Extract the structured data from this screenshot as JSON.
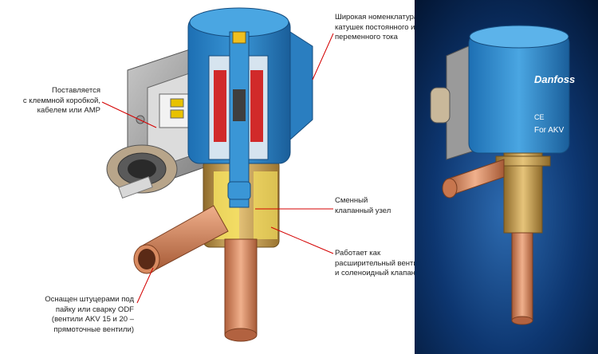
{
  "annotations": {
    "coil": [
      "Широкая номенклатура",
      "катушек постоянного и",
      "переменного тока"
    ],
    "terminal": [
      "Поставляется",
      "с клеммной коробкой,",
      "кабелем или AMP"
    ],
    "valve_unit": [
      "Сменный",
      "клапанный узел"
    ],
    "function": [
      "Работает как",
      "расширительный вентиль",
      "и соленоидный клапан"
    ],
    "fittings": [
      "Оснащен штуцерами под",
      "пайку или сварку ODF",
      "(вентили AKV 15 и 20 –",
      "прямоточные вентили)"
    ]
  },
  "photo": {
    "brand": "Danfoss",
    "model_text": "For AKV",
    "mark": "CE"
  },
  "colors": {
    "coil_blue": "#2f86c8",
    "coil_dark": "#1c5f97",
    "brass": "#c9a04a",
    "copper": "#d98b62",
    "photo_bg": "#0a2a55",
    "leader": "#d40000"
  }
}
